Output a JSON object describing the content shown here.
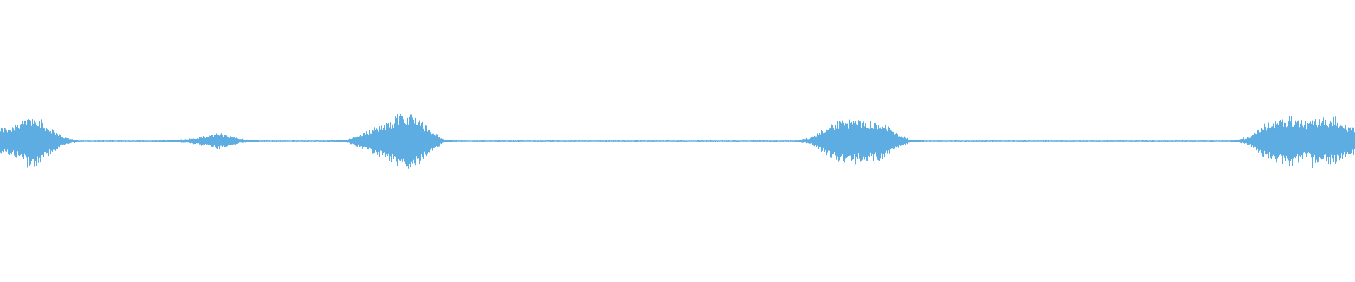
{
  "chart_data": {
    "type": "waveform",
    "title": "",
    "xlabel": "",
    "ylabel": "",
    "axes_visible": false,
    "grid": false,
    "color": "#5dade2",
    "background": "#ffffff",
    "ylim": [
      -1,
      1
    ],
    "envelope_bins": 96,
    "amplitude_envelope": [
      0.1,
      0.14,
      0.19,
      0.1,
      0.03,
      0.005,
      0.005,
      0.005,
      0.005,
      0.005,
      0.005,
      0.006,
      0.01,
      0.02,
      0.03,
      0.06,
      0.03,
      0.01,
      0.005,
      0.005,
      0.005,
      0.005,
      0.005,
      0.006,
      0.01,
      0.05,
      0.1,
      0.14,
      0.22,
      0.18,
      0.08,
      0.01,
      0.005,
      0.005,
      0.005,
      0.005,
      0.005,
      0.005,
      0.005,
      0.005,
      0.005,
      0.005,
      0.005,
      0.005,
      0.005,
      0.005,
      0.005,
      0.005,
      0.005,
      0.005,
      0.005,
      0.005,
      0.005,
      0.005,
      0.005,
      0.005,
      0.006,
      0.03,
      0.1,
      0.16,
      0.15,
      0.15,
      0.14,
      0.06,
      0.01,
      0.005,
      0.005,
      0.005,
      0.005,
      0.005,
      0.005,
      0.005,
      0.005,
      0.005,
      0.005,
      0.005,
      0.005,
      0.005,
      0.005,
      0.005,
      0.005,
      0.005,
      0.005,
      0.005,
      0.005,
      0.005,
      0.005,
      0.006,
      0.03,
      0.12,
      0.16,
      0.18,
      0.14,
      0.17,
      0.18,
      0.1
    ]
  }
}
